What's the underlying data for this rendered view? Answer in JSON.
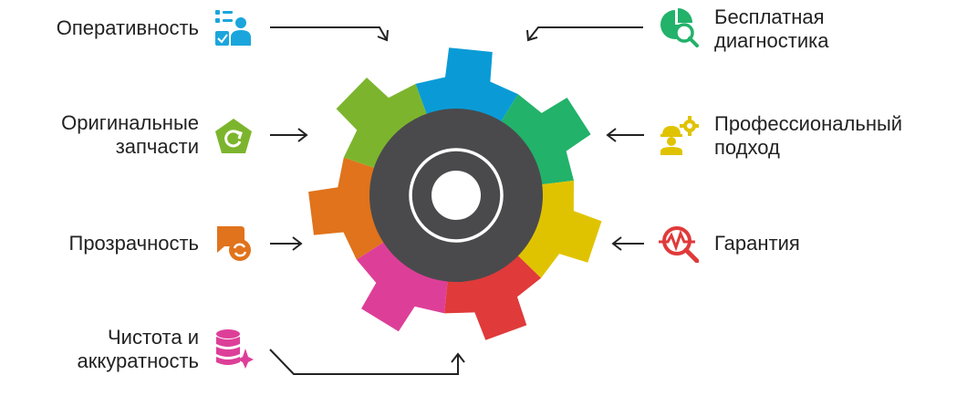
{
  "gear": {
    "segments": [
      {
        "name": "Оперативность",
        "color": "#0a9bd6"
      },
      {
        "name": "Бесплатная диагностика",
        "color": "#22b26a"
      },
      {
        "name": "Профессиональный подход",
        "color": "#e0c300"
      },
      {
        "name": "Гарантия",
        "color": "#e03a3a"
      },
      {
        "name": "Чистота и аккуратность",
        "color": "#dd3f98"
      },
      {
        "name": "Прозрачность",
        "color": "#e0731c"
      },
      {
        "name": "Оригинальные запчасти",
        "color": "#7cb52d"
      }
    ],
    "hub_color": "#4a4a4c"
  },
  "items": {
    "operativnost": {
      "line1": "Оперативность",
      "line2": "",
      "icon": "worker-checklist-icon",
      "color": "#1aa6dc"
    },
    "diagnostika": {
      "line1": "Бесплатная",
      "line2": "диагностика",
      "icon": "chart-search-icon",
      "color": "#22b26a"
    },
    "originalnye": {
      "line1": "Оригинальные",
      "line2": "запчасти",
      "icon": "refresh-pentagon-icon",
      "color": "#7cb52d"
    },
    "professionalnyi": {
      "line1": "Профессиональный",
      "line2": "подход",
      "icon": "engineer-gear-icon",
      "color": "#e0c300"
    },
    "prozrachnost": {
      "line1": "Прозрачность",
      "line2": "",
      "icon": "chat-refresh-icon",
      "color": "#e0731c"
    },
    "garantiya": {
      "line1": "Гарантия",
      "line2": "",
      "icon": "pulse-search-icon",
      "color": "#e03a3a"
    },
    "chistota": {
      "line1": "Чистота и",
      "line2": "аккуратность",
      "icon": "database-sparkle-icon",
      "color": "#dd3f98"
    }
  }
}
